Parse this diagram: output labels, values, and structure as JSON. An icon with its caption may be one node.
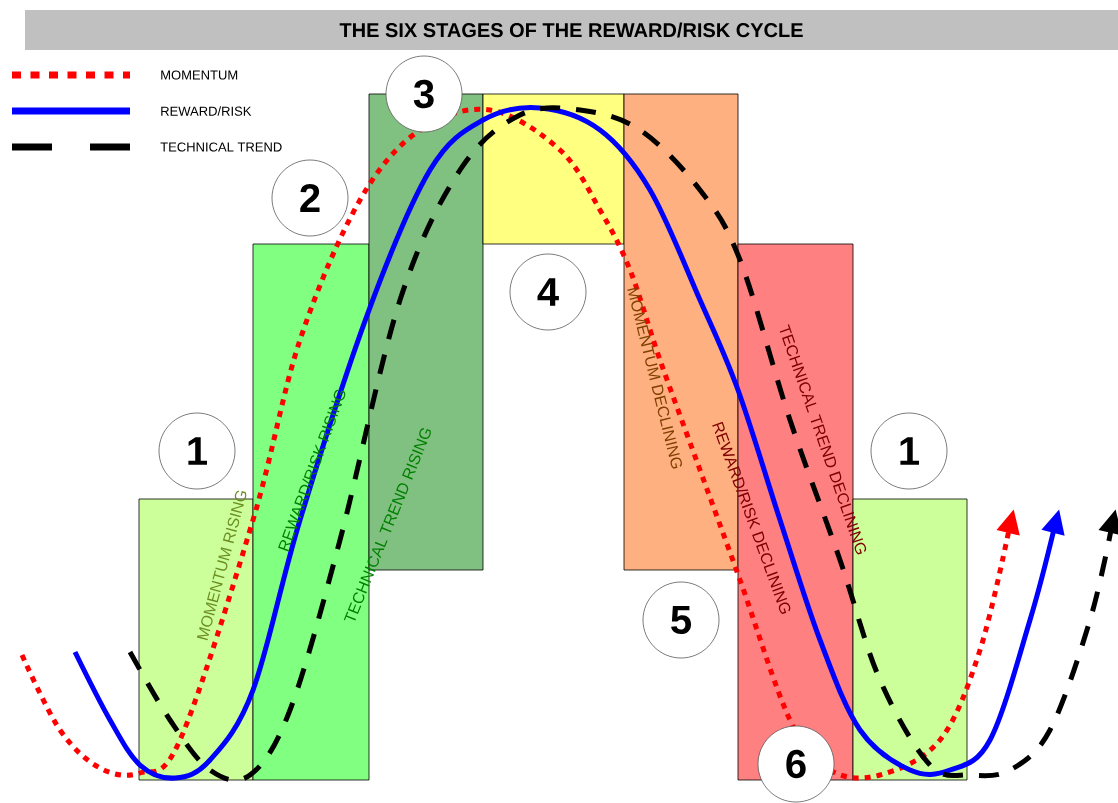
{
  "diagram": {
    "title": "THE SIX STAGES OF THE REWARD/RISK CYCLE",
    "nodes": [
      {
        "text": [
          "1"
        ]
      },
      {
        "text": [
          "2"
        ]
      },
      {
        "text": [
          "3"
        ]
      },
      {
        "text": [
          "4"
        ]
      },
      {
        "text": [
          "5"
        ]
      },
      {
        "text": [
          "6"
        ]
      },
      {
        "text": [
          "1"
        ]
      },
      {
        "text": [],
        "shape": "bar"
      },
      {
        "text": [],
        "shape": "bar"
      },
      {
        "text": [],
        "shape": "bar"
      },
      {
        "text": [],
        "shape": "bar"
      },
      {
        "text": [],
        "shape": "bar"
      },
      {
        "text": [],
        "shape": "bar"
      },
      {
        "text": [],
        "shape": "bar"
      }
    ],
    "edges": [],
    "labels": [
      "MOMENTUM RISING",
      "REWARD/RISK RISING",
      "TECHNICAL TREND RISING",
      "MOMENTUM DECLINING",
      "REWARD/RISK DECLINING",
      "TECHNICAL TREND DECLINING"
    ],
    "legend": [
      {
        "text": "MOMENTUM"
      },
      {
        "text": "REWARD/RISK"
      },
      {
        "text": "TECHNICAL TREND"
      }
    ]
  }
}
